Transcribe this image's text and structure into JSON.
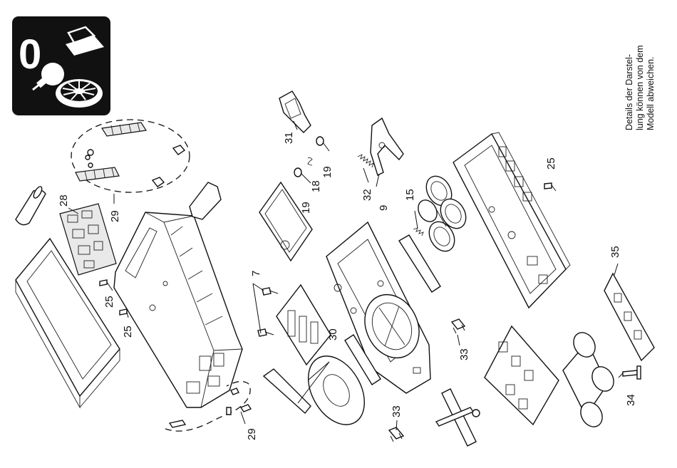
{
  "note": {
    "lines": [
      "Details der Darstel-",
      "lung können von dem",
      "Modell abweichen."
    ]
  },
  "labels": {
    "p7": "7",
    "p9": "9",
    "p15": "15",
    "p18": "18",
    "p19a": "19",
    "p19b": "19",
    "p25a": "25",
    "p25b": "25",
    "p25c": "25",
    "p28": "28",
    "p29a": "29",
    "p29b": "29",
    "p30": "30",
    "p31": "31",
    "p32": "32",
    "p33a": "33",
    "p33b": "33",
    "p34": "34",
    "p35": "35"
  },
  "icons": {
    "badge": "maintenance-symbol-icon",
    "badge_colors": {
      "background": "#111111",
      "foreground": "#ffffff"
    }
  }
}
